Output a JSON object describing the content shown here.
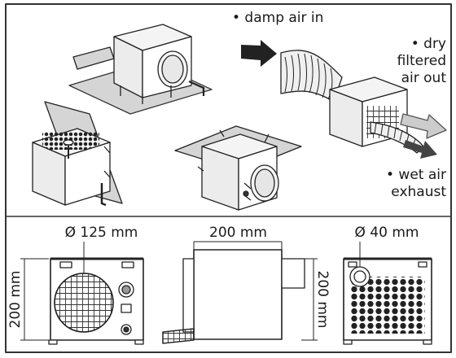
{
  "labels": {
    "damp_air_in": "• damp air in",
    "dry_filtered_air_out": [
      "• dry",
      "filtered",
      "air out"
    ],
    "wet_air_exhaust": [
      "• wet air",
      "exhaust"
    ],
    "front_diameter": "Ø 125 mm",
    "side_width": "200 mm",
    "back_diameter": "Ø 40 mm",
    "front_height": "200 mm",
    "side_height": "200 mm"
  }
}
